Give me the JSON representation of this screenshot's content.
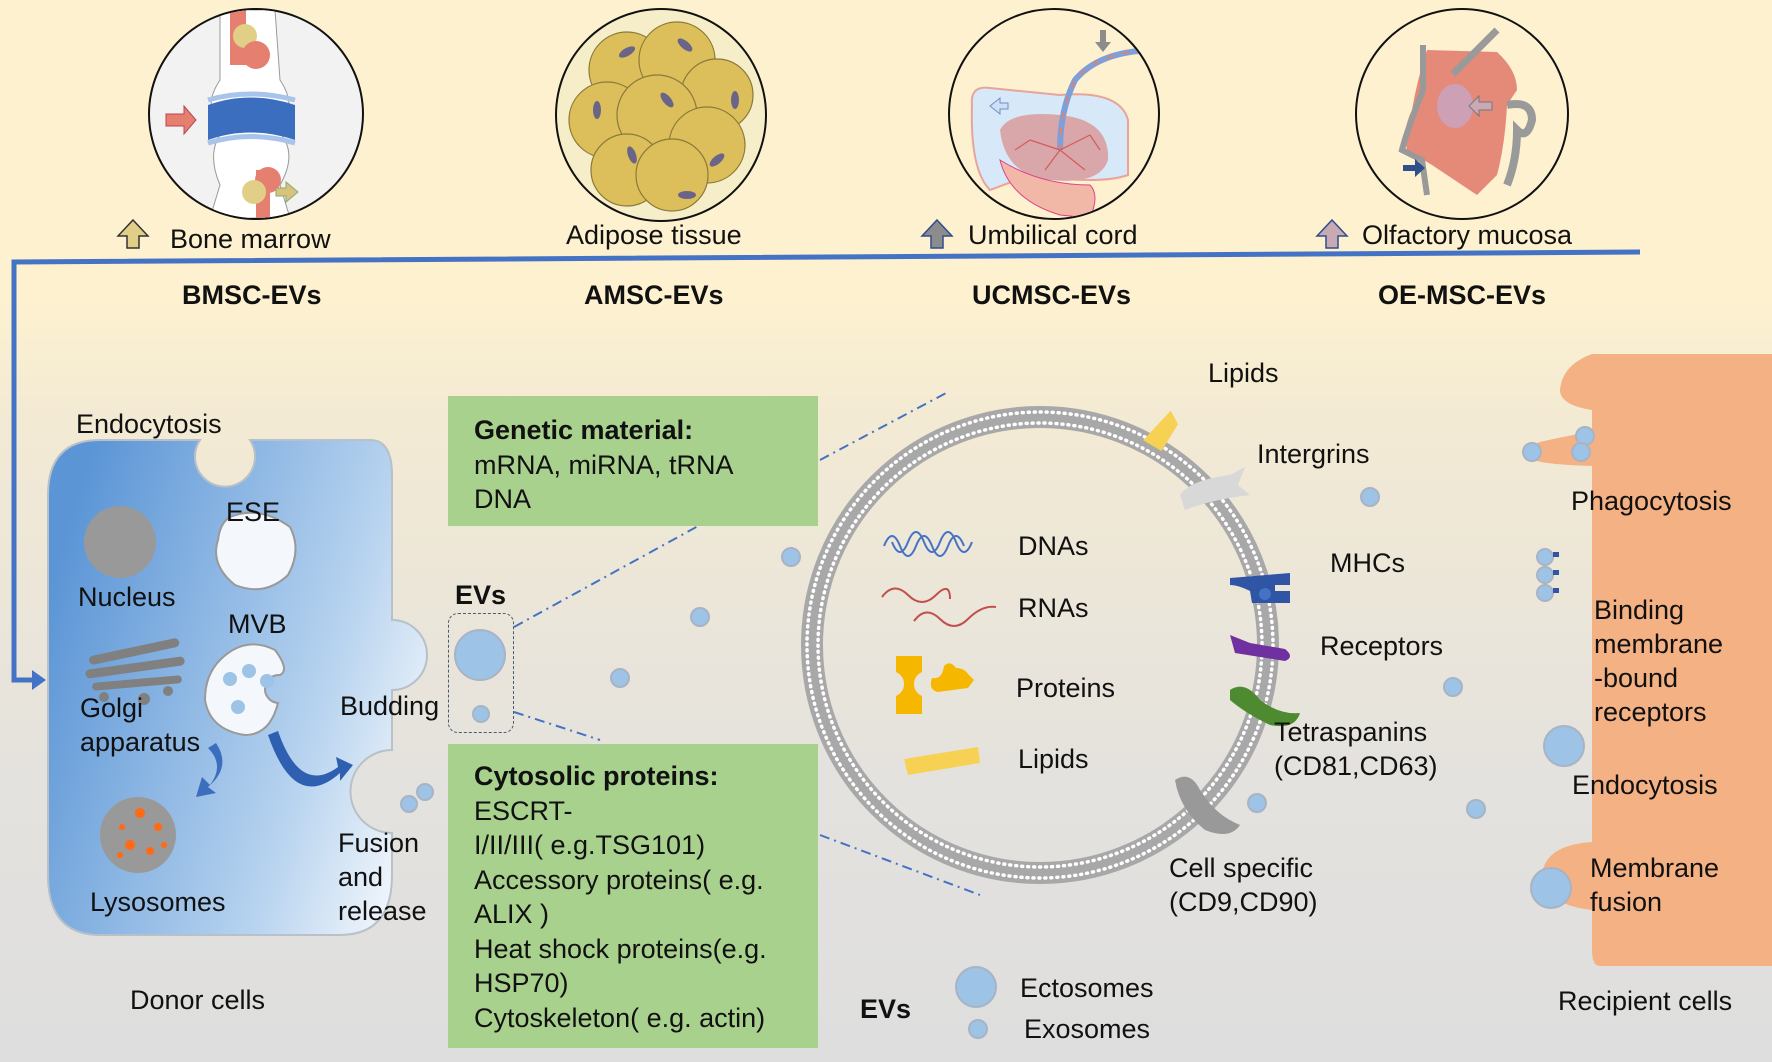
{
  "sources": [
    {
      "label": "Bone marrow",
      "ev_label": "BMSC-EVs",
      "arrow_color": "#d9c37a"
    },
    {
      "label": "Adipose tissue",
      "ev_label": "AMSC-EVs",
      "arrow_color": null
    },
    {
      "label": "Umbilical cord",
      "ev_label": "UCMSC-EVs",
      "arrow_color": "#8c8c8c"
    },
    {
      "label": "Olfactory mucosa",
      "ev_label": "OE-MSC-EVs",
      "arrow_color": "#c9a9b4"
    }
  ],
  "donor": {
    "endocytosis": "Endocytosis",
    "ese": "ESE",
    "nucleus": "Nucleus",
    "mvb": "MVB",
    "golgi": [
      "Golgi",
      "apparatus"
    ],
    "lysosomes": "Lysosomes",
    "budding": "Budding",
    "fusion": [
      "Fusion",
      "and",
      "release"
    ],
    "caption": "Donor cells"
  },
  "evs_label": "EVs",
  "genetic_box": {
    "title": "Genetic material:",
    "lines": [
      "mRNA, miRNA, tRNA",
      "DNA"
    ]
  },
  "cytosolic_box": {
    "title": "Cytosolic proteins:",
    "lines": [
      "ESCRT-",
      "I/II/III( e.g.TSG101)",
      "Accessory proteins( e.g.",
      "ALIX )",
      "Heat shock proteins(e.g.",
      "HSP70)",
      "Cytoskeleton( e.g. actin)"
    ]
  },
  "vesicle": {
    "cargo": [
      "DNAs",
      "RNAs",
      "Proteins",
      "Lipids"
    ],
    "membrane": {
      "lipids": "Lipids",
      "integrins": "Intergrins",
      "mhcs": "MHCs",
      "receptors": "Receptors",
      "tetraspanins": [
        "Tetraspanins",
        "(CD81,CD63)"
      ],
      "cell_specific": [
        "Cell specific",
        "(CD9,CD90)"
      ]
    },
    "colors": {
      "dna": "#4472c4",
      "rna": "#c0504d",
      "protein": "#f5b700",
      "lipid": "#f7d154",
      "mhc": "#2f55a4",
      "receptor": "#7030a0",
      "tetraspanin": "#4e8a2f",
      "cell_specific": "#999999",
      "integrin": "#d8d8d8"
    }
  },
  "legend": {
    "title": "EVs",
    "items": [
      "Ectosomes",
      "Exosomes"
    ]
  },
  "recipient": {
    "phagocytosis": "Phagocytosis",
    "binding": [
      "Binding",
      "membrane",
      "-bound",
      "receptors"
    ],
    "endocytosis": "Endocytosis",
    "fusion": [
      "Membrane",
      "fusion"
    ],
    "caption": "Recipient cells"
  },
  "colors": {
    "flow_line": "#4472c4",
    "green_box": "#a9d18e",
    "recipient": "#f4b183",
    "ev": "#9dc3e6"
  }
}
